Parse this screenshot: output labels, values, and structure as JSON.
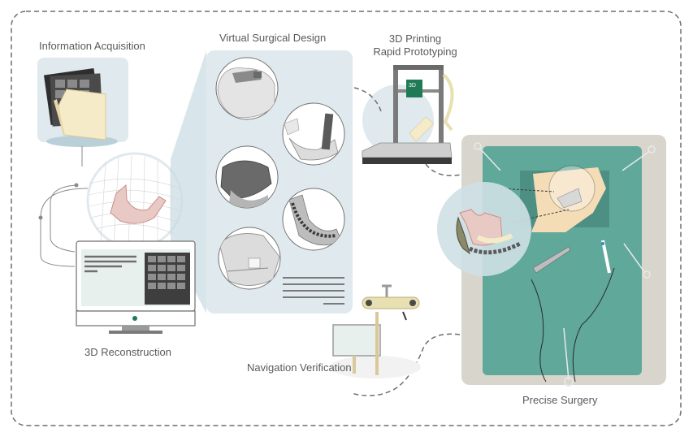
{
  "labels": {
    "information_acquisition": "Information Acquisition",
    "virtual_surgical_design": "Virtual Surgical Design",
    "printing_line1": "3D Printing",
    "printing_line2": "Rapid Prototyping",
    "reconstruction": "3D Reconstruction",
    "navigation": "Navigation Verification",
    "surgery": "Precise Surgery"
  },
  "printer_badge": "3D",
  "colors": {
    "border": "#6f6f6f",
    "panel": "#dfe9ee",
    "panel_dark": "#b9d0d9",
    "bone": "#e8c9c4",
    "bone_dark": "#d49a96",
    "drape": "#5fa89a",
    "drape_dark": "#4e8f83",
    "bed": "#d8d6cc",
    "skin": "#f3dcb6",
    "folder": "#f6ebc8",
    "printer_green": "#1f7a55",
    "gray_line": "#8a8a8a"
  },
  "icons": [
    "folder-icon",
    "monitor-icon",
    "printer-icon",
    "camera-icon",
    "scissors-icon",
    "scalpel-icon"
  ]
}
